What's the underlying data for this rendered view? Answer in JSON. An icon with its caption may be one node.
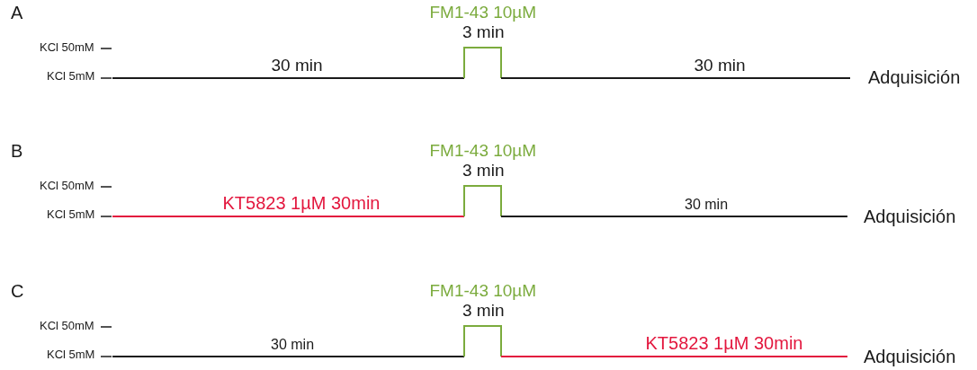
{
  "diagram": {
    "labels": [
      "A",
      "FM1-43 10µM",
      "KCl 50mM",
      "3 min",
      "KCl 5mM",
      "30 min",
      "30 min",
      "Adquisición",
      "B",
      "FM1-43 10µM",
      "KCl 50mM",
      "3 min",
      "KCl 5mM",
      "KT5823 1µM 30min",
      "30 min",
      "Adquisición",
      "C",
      "FM1-43 10µM",
      "KCl 50mM",
      "3 min",
      "KCl 5mM",
      "30 min",
      "KT5823 1µM 30min",
      "Adquisición"
    ]
  }
}
